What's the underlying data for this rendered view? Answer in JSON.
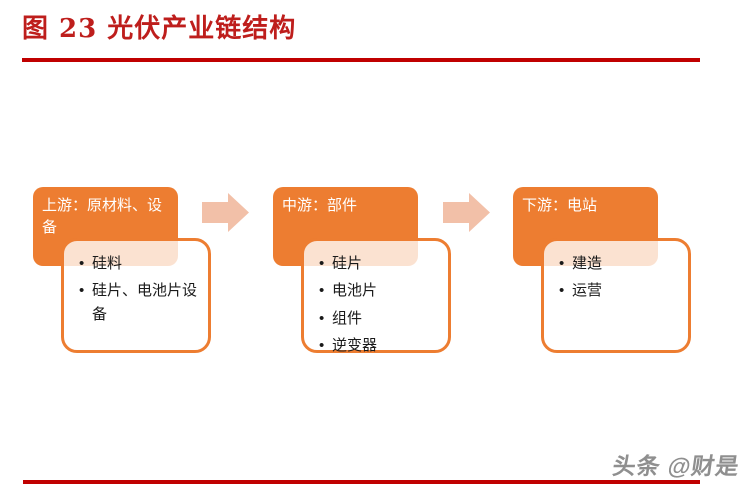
{
  "page": {
    "title": "图 23 光伏产业链结构",
    "watermark": "头条 @财是"
  },
  "colors": {
    "title_red": "#BE1E1C",
    "rule_red": "#C00000",
    "stage_orange": "#ED7D31",
    "stage_header_text": "#FFFFFF",
    "arrow_salmon": "#F2C0A8",
    "overlap_peach": "#FBE2D2",
    "item_text": "#1A1A1A",
    "watermark_gray": "#8F8F8F"
  },
  "diagram": {
    "stages": [
      {
        "header": "上游：原材料、设备",
        "items": [
          "硅料",
          "硅片、电池片设备"
        ]
      },
      {
        "header": "中游：部件",
        "items": [
          "硅片",
          "电池片",
          "组件",
          "逆变器"
        ]
      },
      {
        "header": "下游：电站",
        "items": [
          "建造",
          "运营"
        ]
      }
    ]
  }
}
